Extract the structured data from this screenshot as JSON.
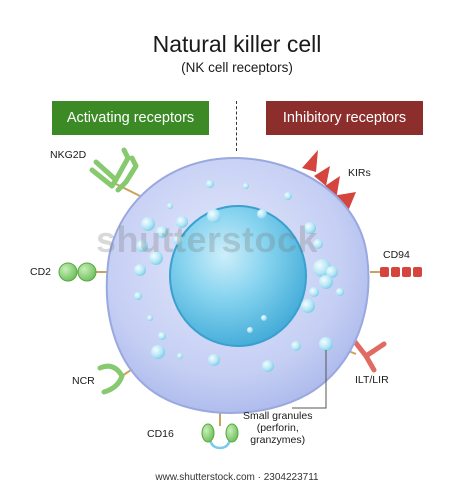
{
  "title": "Natural killer cell",
  "subtitle": "(NK cell receptors)",
  "badges": {
    "activating": "Activating receptors",
    "inhibitory": "Inhibitory receptors"
  },
  "receptors": {
    "nkg2d": "NKG2D",
    "cd2": "CD2",
    "ncr": "NCR",
    "cd16": "CD16",
    "kirs": "KIRs",
    "cd94": "CD94",
    "ilt_lir": "ILT/LIR"
  },
  "granules": {
    "line1": "Small granules",
    "line2": "(perforin,",
    "line3": "granzymes)"
  },
  "watermark": "shutterstock",
  "footer": "www.shutterstock.com · 2304223711",
  "colors": {
    "activating": "#3b8a26",
    "inhibitory": "#8c2f2c",
    "receptor_green": "#8fd07d",
    "receptor_red": "#d5453d",
    "cytoplasm": "#c5cff4",
    "nucleus": "#6fc4e6",
    "granule": "#b7e7f6"
  }
}
